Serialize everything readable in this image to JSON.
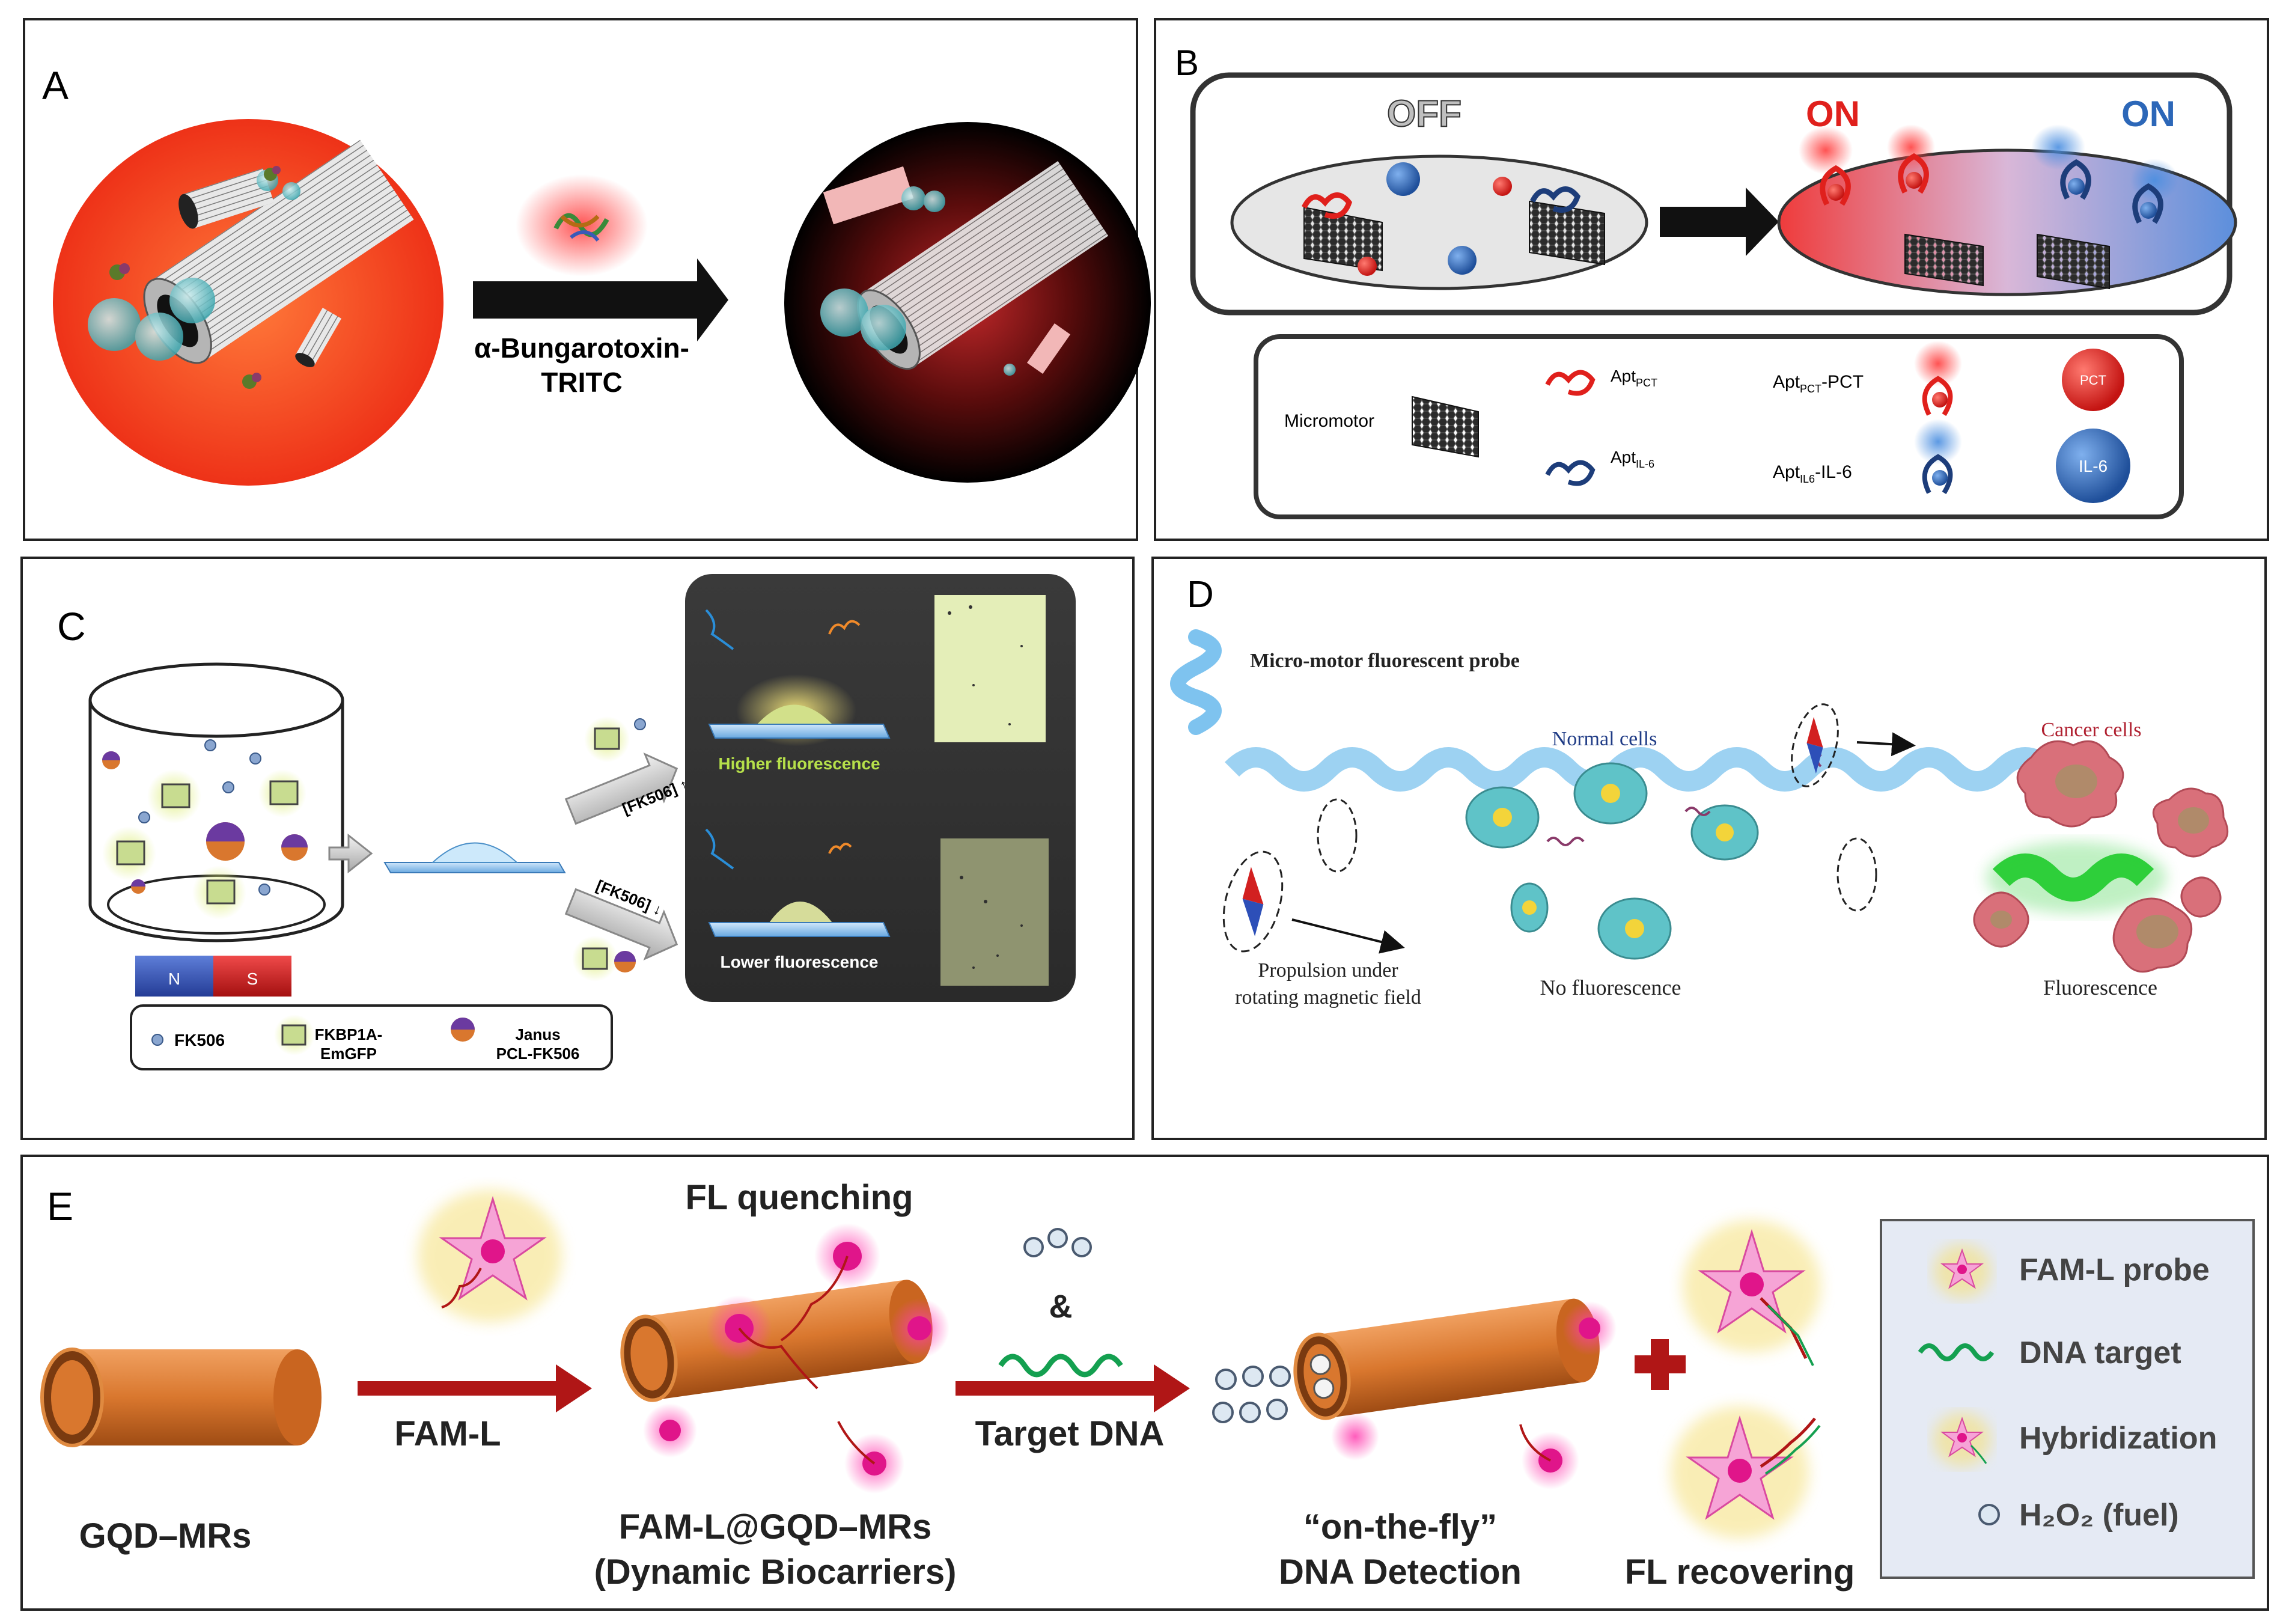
{
  "panels": {
    "A": {
      "letter": "A",
      "arrow_label_1": "α-Bungarotoxin-",
      "arrow_label_2": "TRITC"
    },
    "B": {
      "letter": "B",
      "off_label": "OFF",
      "on_label_1": "ON",
      "on_label_2": "ON",
      "legend": {
        "micromotor": "Micromotor",
        "apt_pct": "Apt",
        "apt_pct_sub": "PCT",
        "apt_il6": "Apt",
        "apt_il6_sub": "IL-6",
        "apt_pct_pct": "Apt",
        "apt_pct_pct_sub": "PCT",
        "apt_pct_pct_tail": "-PCT",
        "apt_il6_il6": "Apt",
        "apt_il6_il6_sub": "IL6",
        "apt_il6_il6_tail": "-IL-6",
        "pct_ball": "PCT",
        "il6_ball": "IL-6"
      }
    },
    "C": {
      "letter": "C",
      "magnet_n": "N",
      "magnet_s": "S",
      "fk_up": "[FK506] ↑",
      "fk_down": "[FK506] ↓",
      "higher": "Higher fluorescence",
      "lower": "Lower fluorescence",
      "legend_fk506": "FK506",
      "legend_fkbp_1": "FKBP1A-",
      "legend_fkbp_2": "EmGFP",
      "legend_janus_1": "Janus",
      "legend_janus_2": "PCL-FK506"
    },
    "D": {
      "letter": "D",
      "probe": "Micro-motor fluorescent probe",
      "normal": "Normal cells",
      "cancer": "Cancer cells",
      "propulsion_1": "Propulsion under",
      "propulsion_2": "rotating magnetic field",
      "no_fl": "No fluorescence",
      "fl": "Fluorescence"
    },
    "E": {
      "letter": "E",
      "fl_quenching": "FL quenching",
      "amp": "&",
      "fam_l": "FAM-L",
      "target_dna": "Target DNA",
      "gqd_mrs": "GQD–MRs",
      "famgqd_1": "FAM-L@GQD–MRs",
      "famgqd_2": "(Dynamic Biocarriers)",
      "onfly_1": "“on-the-fly”",
      "onfly_2": "DNA Detection",
      "fl_recovering": "FL recovering",
      "legend_probe": "FAM-L probe",
      "legend_dna": "DNA target",
      "legend_hyb": "Hybridization",
      "legend_h2o2": "H₂O₂ (fuel)"
    }
  },
  "colors": {
    "red_bg": "#f03a1c",
    "arrow_dark": "#111111",
    "pct_red": "#e0201c",
    "il6_blue": "#2c67b8",
    "orange_tube": "#d9772e",
    "dark_red_arrow": "#b01616",
    "magenta": "#e0158a",
    "cancer_pink": "#d9707a",
    "cell_teal": "#5fc3c8",
    "helix_blue": "#7ec3ef",
    "helix_green": "#2ecf3a"
  }
}
